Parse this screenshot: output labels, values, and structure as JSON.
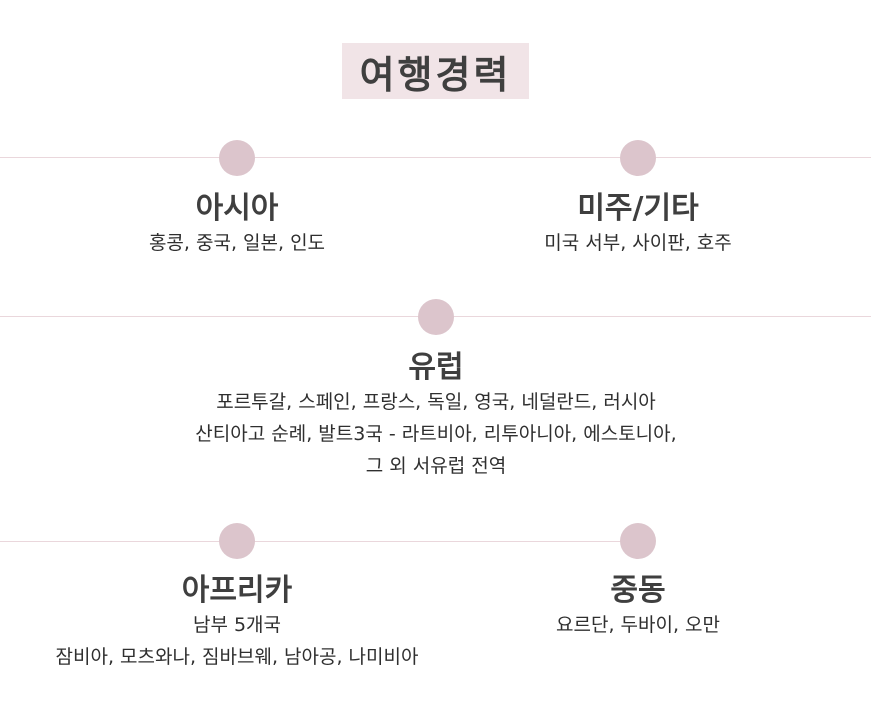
{
  "title": "여행경력",
  "colors": {
    "title_bg": "#f1e4e7",
    "dot": "#dcc5cc",
    "line": "#ead7dc",
    "text": "#333333"
  },
  "regions": {
    "asia": {
      "name": "아시아",
      "lines": [
        "홍콩, 중국, 일본, 인도"
      ]
    },
    "americas": {
      "name": "미주/기타",
      "lines": [
        "미국 서부, 사이판, 호주"
      ]
    },
    "europe": {
      "name": "유럽",
      "lines": [
        "포르투갈, 스페인, 프랑스, 독일, 영국, 네덜란드, 러시아",
        "산티아고 순례, 발트3국 - 라트비아, 리투아니아, 에스토니아,",
        "그 외 서유럽 전역"
      ]
    },
    "africa": {
      "name": "아프리카",
      "lines": [
        "남부 5개국",
        "잠비아, 모츠와나, 짐바브웨, 남아공, 나미비아"
      ]
    },
    "middle_east": {
      "name": "중동",
      "lines": [
        "요르단, 두바이, 오만"
      ]
    }
  }
}
